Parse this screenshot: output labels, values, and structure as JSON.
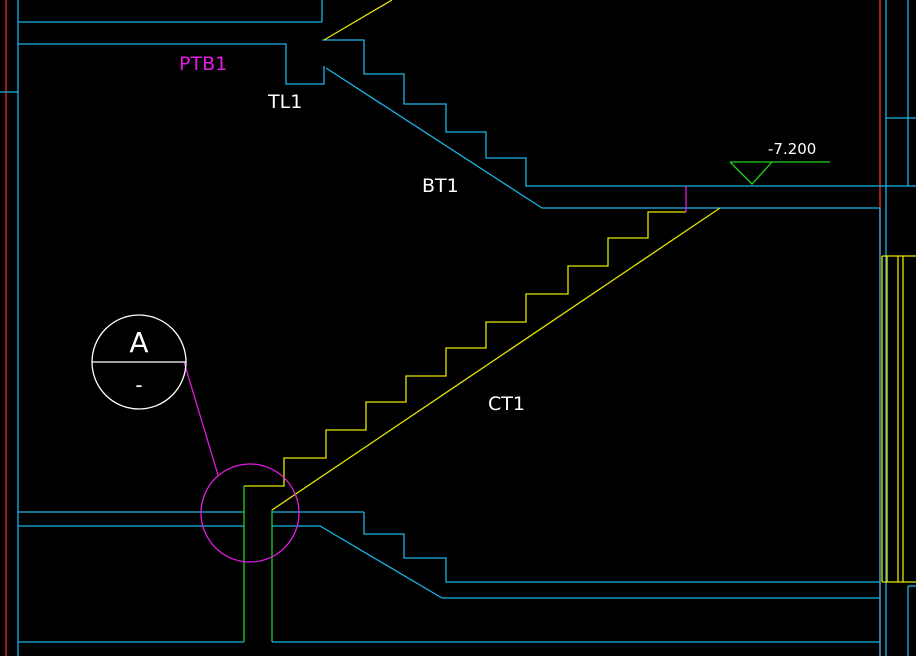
{
  "labels": {
    "ptb1": "PTB1",
    "tl1": "TL1",
    "bt1": "BT1",
    "ct1": "CT1",
    "elevation": "-7.200",
    "detail_letter": "A",
    "detail_sheet": "-"
  },
  "colors": {
    "background": "#000000",
    "cyan": "#1ab3e6",
    "yellow": "#e6e600",
    "magenta": "#e21de2",
    "green": "#1fd21f",
    "red": "#d62020",
    "white": "#ffffff"
  }
}
